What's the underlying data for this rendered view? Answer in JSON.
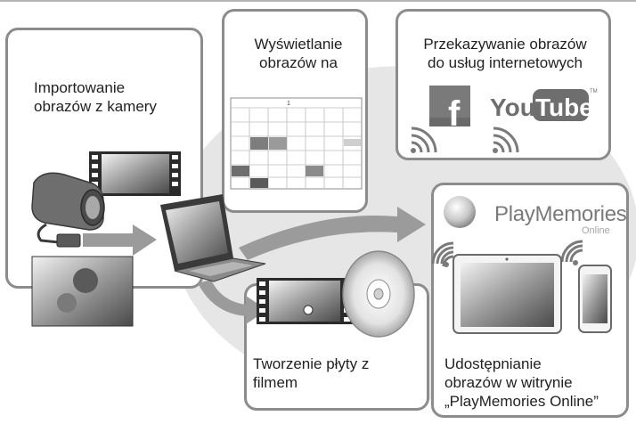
{
  "panels": {
    "import": {
      "label": "Importowanie\nobrazów z kamery"
    },
    "view": {
      "label": "Wyświetlanie\nobrazów na"
    },
    "share": {
      "label": "Przekazywanie obrazów\ndo usług internetowych"
    },
    "disc": {
      "label": "Tworzenie płyty z\nfilmem"
    },
    "online": {
      "label": "Udostępnianie\nobrazów w witrynie\n„PlayMemories Online”"
    }
  },
  "services": {
    "facebook_glyph": "f",
    "youtube_you": "You",
    "youtube_tube": "Tube",
    "youtube_tm": "TM"
  },
  "playmemories": {
    "brand": "PlayMemories",
    "sub": "Online"
  },
  "calendar": {
    "header": "1"
  },
  "colors": {
    "panel_border": "#8c8c8c",
    "blob": "#e6e6e6",
    "arrow": "#9b9b9b",
    "text": "#231f20"
  }
}
